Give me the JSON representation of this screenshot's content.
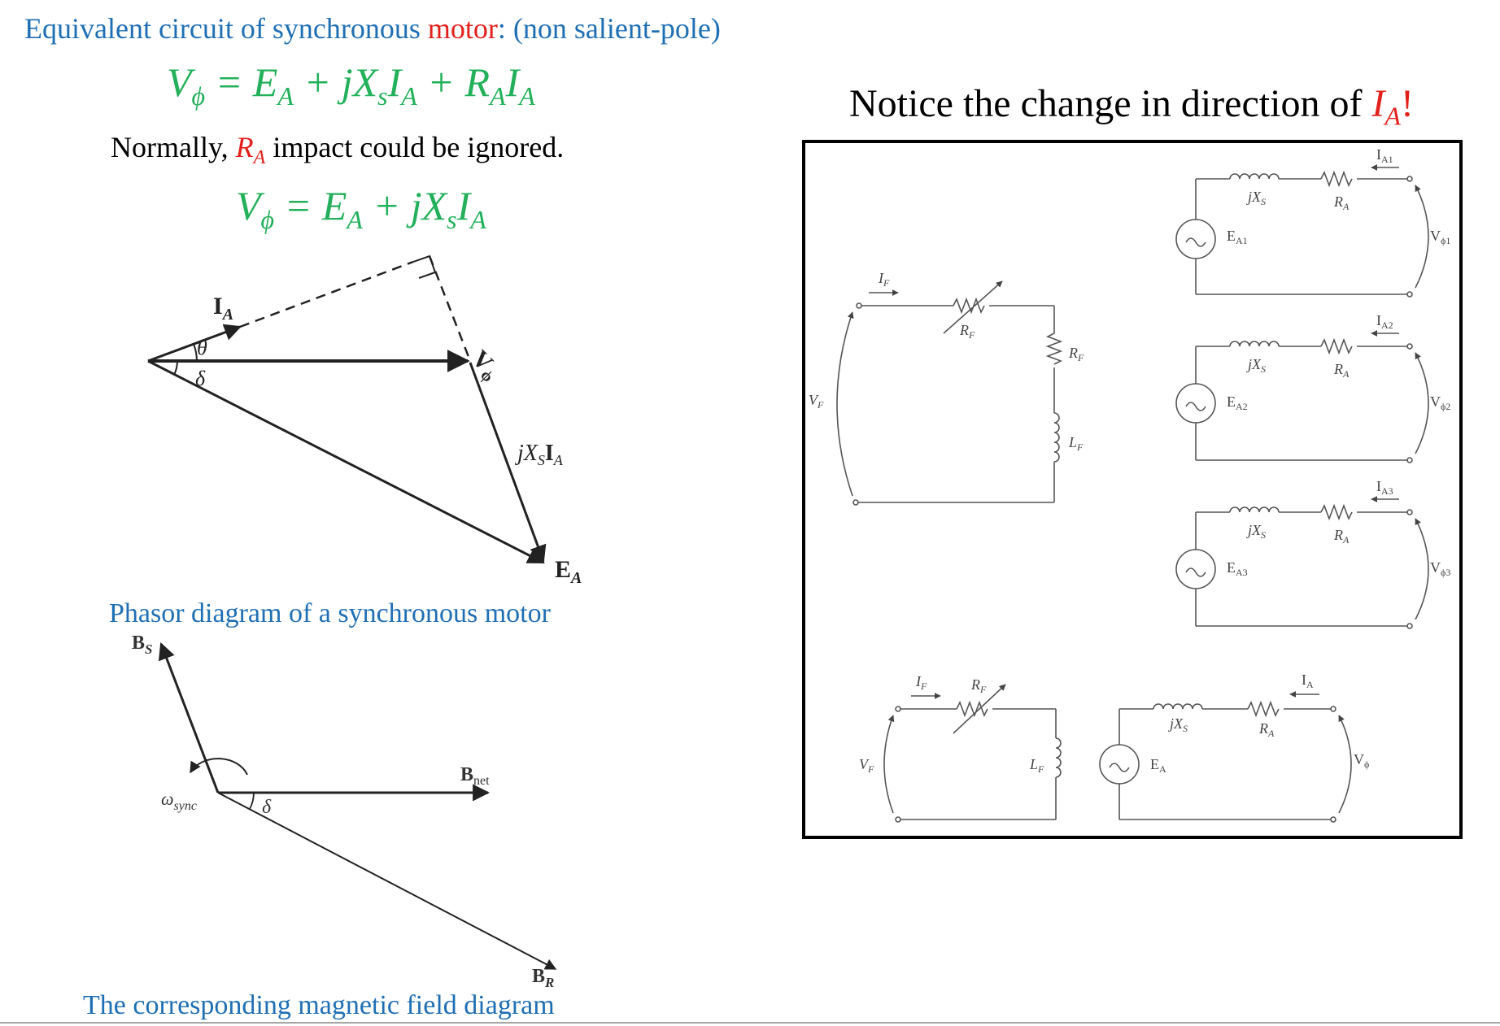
{
  "header": {
    "part1": "Equivalent circuit of synchronous ",
    "part2": "motor",
    "part3": ": (non salient-pole)"
  },
  "equation1": {
    "lhs": "V",
    "lhs_sub": "ϕ",
    "rhs_a": " = E",
    "rhs_a_sub": "A",
    "rhs_b": " + jX",
    "rhs_b_sub": "s",
    "rhs_c": "I",
    "rhs_c_sub": "A",
    "rhs_d": " + R",
    "rhs_d_sub": "A",
    "rhs_e": "I",
    "rhs_e_sub": "A"
  },
  "note": {
    "before": "Normally, ",
    "r": "R",
    "r_sub": "A",
    "after": " impact could be ignored."
  },
  "equation2": {
    "lhs": "V",
    "lhs_sub": "ϕ",
    "rhs_a": " = E",
    "rhs_a_sub": "A",
    "rhs_b": " + jX",
    "rhs_b_sub": "s",
    "rhs_c": "I",
    "rhs_c_sub": "A"
  },
  "notice": {
    "before": "Notice the change in direction of ",
    "i": "I",
    "i_sub": "A",
    "after": "!"
  },
  "phasor": {
    "ia": "I",
    "ia_sub": "A",
    "theta": "θ",
    "delta": "δ",
    "vphi": "V",
    "vphi_sub": "ϕ",
    "jxs": "jX",
    "jxs_sub": "S",
    "jxs_i": "I",
    "jxs_i_sub": "A",
    "ea": "E",
    "ea_sub": "A",
    "caption": "Phasor diagram of a synchronous motor"
  },
  "field": {
    "bs": "B",
    "bs_sub": "S",
    "bnet": "B",
    "bnet_sub": "net",
    "br": "B",
    "br_sub": "R",
    "omega": "ω",
    "omega_sub": "sync",
    "delta": "δ",
    "caption": "The corresponding magnetic field diagram"
  },
  "circuit": {
    "if": "I",
    "if_sub": "F",
    "rf": "R",
    "rf_sub": "F",
    "lf": "L",
    "lf_sub": "F",
    "vf": "V",
    "vf_sub": "F",
    "jxs": "jX",
    "jxs_sub": "S",
    "ra": "R",
    "ra_sub": "A",
    "branches": [
      {
        "i": "I",
        "i_sub": "A1",
        "e": "E",
        "e_sub": "A1",
        "v": "V",
        "v_sub": "ϕ1"
      },
      {
        "i": "I",
        "i_sub": "A2",
        "e": "E",
        "e_sub": "A2",
        "v": "V",
        "v_sub": "ϕ2"
      },
      {
        "i": "I",
        "i_sub": "A3",
        "e": "E",
        "e_sub": "A3",
        "v": "V",
        "v_sub": "ϕ3"
      }
    ],
    "bottom": {
      "i": "I",
      "i_sub": "A",
      "e": "E",
      "e_sub": "A",
      "v": "V",
      "v_sub": "ϕ"
    }
  },
  "colors": {
    "blue": "#1f6fb4",
    "red": "#e3211c",
    "green": "#22b05a"
  }
}
